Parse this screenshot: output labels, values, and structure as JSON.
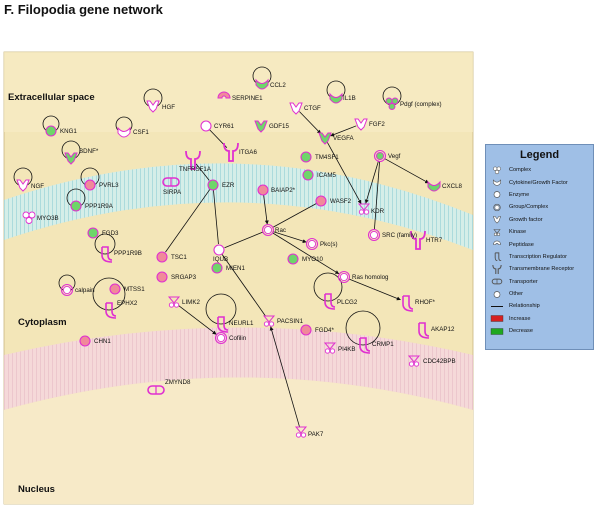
{
  "title": "F. Filopodia gene network",
  "regions": {
    "extracellular": "Extracellular space",
    "cytoplasm": "Cytoplasm",
    "nucleus": "Nucleus"
  },
  "colors": {
    "increase": "#f08a9a",
    "decrease": "#6fd56a",
    "other": "#ffffff",
    "edge": "#111111",
    "shape": "#e030d0",
    "legend_bg": "#9fbfe6"
  },
  "legend": {
    "title": "Legend",
    "items": [
      {
        "label": "Complex",
        "icon": "complex-icon"
      },
      {
        "label": "Cytokine/Growth Factor",
        "icon": "cytokine-icon"
      },
      {
        "label": "Enzyme",
        "icon": "enzyme-icon"
      },
      {
        "label": "Group/Complex",
        "icon": "group-complex-icon"
      },
      {
        "label": "Growth factor",
        "icon": "growth-factor-icon"
      },
      {
        "label": "Kinase",
        "icon": "kinase-icon"
      },
      {
        "label": "Peptidase",
        "icon": "peptidase-icon"
      },
      {
        "label": "Transcription Regulator",
        "icon": "transcription-regulator-icon"
      },
      {
        "label": "Transmembrane Receptor",
        "icon": "transmembrane-receptor-icon"
      },
      {
        "label": "Transporter",
        "icon": "transporter-icon"
      },
      {
        "label": "Other",
        "icon": "other-icon"
      },
      {
        "label": "Relationship",
        "icon": "relationship-line-icon"
      },
      {
        "label": "Increase",
        "icon": "increase-swatch"
      },
      {
        "label": "Decrease",
        "icon": "decrease-swatch"
      }
    ]
  },
  "nodes": [
    {
      "label": "CCL2",
      "shape": "cytokine",
      "color": "decrease"
    },
    {
      "label": "IL1B",
      "shape": "cytokine",
      "color": "decrease"
    },
    {
      "label": "HGF",
      "shape": "growth",
      "color": "other"
    },
    {
      "label": "SERPINE1",
      "shape": "peptidase",
      "color": "increase"
    },
    {
      "label": "CTGF",
      "shape": "growth",
      "color": "other"
    },
    {
      "label": "Pdgf (complex)",
      "shape": "complex",
      "color": "decrease"
    },
    {
      "label": "GDF15",
      "shape": "growth",
      "color": "decrease"
    },
    {
      "label": "FGF2",
      "shape": "growth",
      "color": "other"
    },
    {
      "label": "KNG1",
      "shape": "other",
      "color": "decrease"
    },
    {
      "label": "CSF1",
      "shape": "cytokine",
      "color": "other"
    },
    {
      "label": "CYR61",
      "shape": "other",
      "color": "other"
    },
    {
      "label": "VEGFA",
      "shape": "growth",
      "color": "decrease"
    },
    {
      "label": "Vegf",
      "shape": "group",
      "color": "decrease"
    },
    {
      "label": "BDNF*",
      "shape": "growth",
      "color": "decrease"
    },
    {
      "label": "ITGA6",
      "shape": "receptor",
      "color": "other"
    },
    {
      "label": "TM4SF1",
      "shape": "other",
      "color": "decrease"
    },
    {
      "label": "TNFRSF1A",
      "shape": "receptor",
      "color": "other"
    },
    {
      "label": "ICAM5",
      "shape": "other",
      "color": "decrease"
    },
    {
      "label": "CXCL8",
      "shape": "cytokine",
      "color": "decrease"
    },
    {
      "label": "NGF",
      "shape": "growth",
      "color": "other"
    },
    {
      "label": "PVRL3",
      "shape": "other",
      "color": "increase"
    },
    {
      "label": "SIRPA",
      "shape": "transporter",
      "color": "other"
    },
    {
      "label": "EZR",
      "shape": "other",
      "color": "decrease"
    },
    {
      "label": "BAIAP2*",
      "shape": "other",
      "color": "increase"
    },
    {
      "label": "WASF2",
      "shape": "other",
      "color": "increase"
    },
    {
      "label": "KDR",
      "shape": "kinase",
      "color": "other"
    },
    {
      "label": "PPP1R9A",
      "shape": "other",
      "color": "decrease"
    },
    {
      "label": "MYO3B",
      "shape": "complex",
      "color": "other"
    },
    {
      "label": "HTR7",
      "shape": "receptor",
      "color": "other"
    },
    {
      "label": "FGD3",
      "shape": "other",
      "color": "decrease"
    },
    {
      "label": "Rac",
      "shape": "group",
      "color": "other"
    },
    {
      "label": "PPP1R9B",
      "shape": "transcription",
      "color": "other"
    },
    {
      "label": "TSC1",
      "shape": "other",
      "color": "increase"
    },
    {
      "label": "IQUB",
      "shape": "other",
      "color": "other"
    },
    {
      "label": "Pkc(s)",
      "shape": "group",
      "color": "other"
    },
    {
      "label": "SRC (family)",
      "shape": "group",
      "color": "other"
    },
    {
      "label": "SRGAP3",
      "shape": "other",
      "color": "increase"
    },
    {
      "label": "MIEN1",
      "shape": "other",
      "color": "decrease"
    },
    {
      "label": "MYO10",
      "shape": "other",
      "color": "decrease"
    },
    {
      "label": "Ras homolog",
      "shape": "group",
      "color": "other"
    },
    {
      "label": "calpain",
      "shape": "group",
      "color": "other"
    },
    {
      "label": "MTSS1",
      "shape": "other",
      "color": "increase"
    },
    {
      "label": "PLCG2",
      "shape": "transcription",
      "color": "other"
    },
    {
      "label": "RHOF*",
      "shape": "transcription",
      "color": "other"
    },
    {
      "label": "EPHX2",
      "shape": "transcription",
      "color": "other"
    },
    {
      "label": "LIMK2",
      "shape": "kinase",
      "color": "other"
    },
    {
      "label": "PACSIN1",
      "shape": "kinase",
      "color": "other"
    },
    {
      "label": "Cofilin",
      "shape": "group",
      "color": "other"
    },
    {
      "label": "NEURL1",
      "shape": "transcription",
      "color": "other"
    },
    {
      "label": "CHN1",
      "shape": "other",
      "color": "increase"
    },
    {
      "label": "FGD4*",
      "shape": "other",
      "color": "increase"
    },
    {
      "label": "AKAP12",
      "shape": "transcription",
      "color": "other"
    },
    {
      "label": "CRMP1",
      "shape": "transcription",
      "color": "other"
    },
    {
      "label": "PI4KB",
      "shape": "kinase",
      "color": "other"
    },
    {
      "label": "CDC42BPB",
      "shape": "kinase",
      "color": "other"
    },
    {
      "label": "ZMYND8",
      "shape": "transporter",
      "color": "other"
    },
    {
      "label": "PAK7",
      "shape": "kinase",
      "color": "other"
    }
  ],
  "edges": [
    {
      "from": "HGF",
      "to": "HGF",
      "type": "self"
    },
    {
      "from": "CCL2",
      "to": "CCL2",
      "type": "self"
    },
    {
      "from": "IL1B",
      "to": "IL1B",
      "type": "self"
    },
    {
      "from": "CTGF",
      "to": "VEGFA",
      "type": "arrow"
    },
    {
      "from": "FGF2",
      "to": "VEGFA",
      "type": "arrow"
    },
    {
      "from": "Pdgf (complex)",
      "to": "Pdgf (complex)",
      "type": "self"
    },
    {
      "from": "VEGFA",
      "to": "KDR",
      "type": "arrow"
    },
    {
      "from": "Vegf",
      "to": "KDR",
      "type": "arrow"
    },
    {
      "from": "Vegf",
      "to": "CXCL8",
      "type": "arrow"
    },
    {
      "from": "Vegf",
      "to": "SRC (family)",
      "type": "line"
    },
    {
      "from": "CYR61",
      "to": "ITGA6",
      "type": "line"
    },
    {
      "from": "TNFRSF1A",
      "to": "EZR",
      "type": "line"
    },
    {
      "from": "EZR",
      "to": "TSC1",
      "type": "line"
    },
    {
      "from": "EZR",
      "to": "IQUB",
      "type": "line"
    },
    {
      "from": "BAIAP2*",
      "to": "Rac",
      "type": "arrow"
    },
    {
      "from": "WASF2",
      "to": "Rac",
      "type": "line"
    },
    {
      "from": "Rac",
      "to": "Pkc(s)",
      "type": "arrow"
    },
    {
      "from": "Rac",
      "to": "IQUB",
      "type": "line"
    },
    {
      "from": "Rac",
      "to": "Ras homolog",
      "type": "arrow"
    },
    {
      "from": "IQUB",
      "to": "PACSIN1",
      "type": "line"
    },
    {
      "from": "Ras homolog",
      "to": "RHOF*",
      "type": "arrow"
    },
    {
      "from": "LIMK2",
      "to": "Cofilin",
      "type": "arrow"
    },
    {
      "from": "PAK7",
      "to": "PACSIN1",
      "type": "arrow"
    },
    {
      "from": "KNG1",
      "to": "KNG1",
      "type": "self"
    },
    {
      "from": "CSF1",
      "to": "CSF1",
      "type": "self"
    },
    {
      "from": "BDNF*",
      "to": "BDNF*",
      "type": "self"
    },
    {
      "from": "NGF",
      "to": "NGF",
      "type": "self"
    },
    {
      "from": "PVRL3",
      "to": "PVRL3",
      "type": "self"
    },
    {
      "from": "PPP1R9A",
      "to": "PPP1R9A",
      "type": "self"
    },
    {
      "from": "PPP1R9B",
      "to": "PPP1R9B",
      "type": "self"
    },
    {
      "from": "EPHX2",
      "to": "EPHX2",
      "type": "self"
    },
    {
      "from": "NEURL1",
      "to": "NEURL1",
      "type": "self"
    },
    {
      "from": "PLCG2",
      "to": "PLCG2",
      "type": "self"
    },
    {
      "from": "CRMP1",
      "to": "CRMP1",
      "type": "self"
    },
    {
      "from": "calpain",
      "to": "calpain",
      "type": "self"
    }
  ]
}
